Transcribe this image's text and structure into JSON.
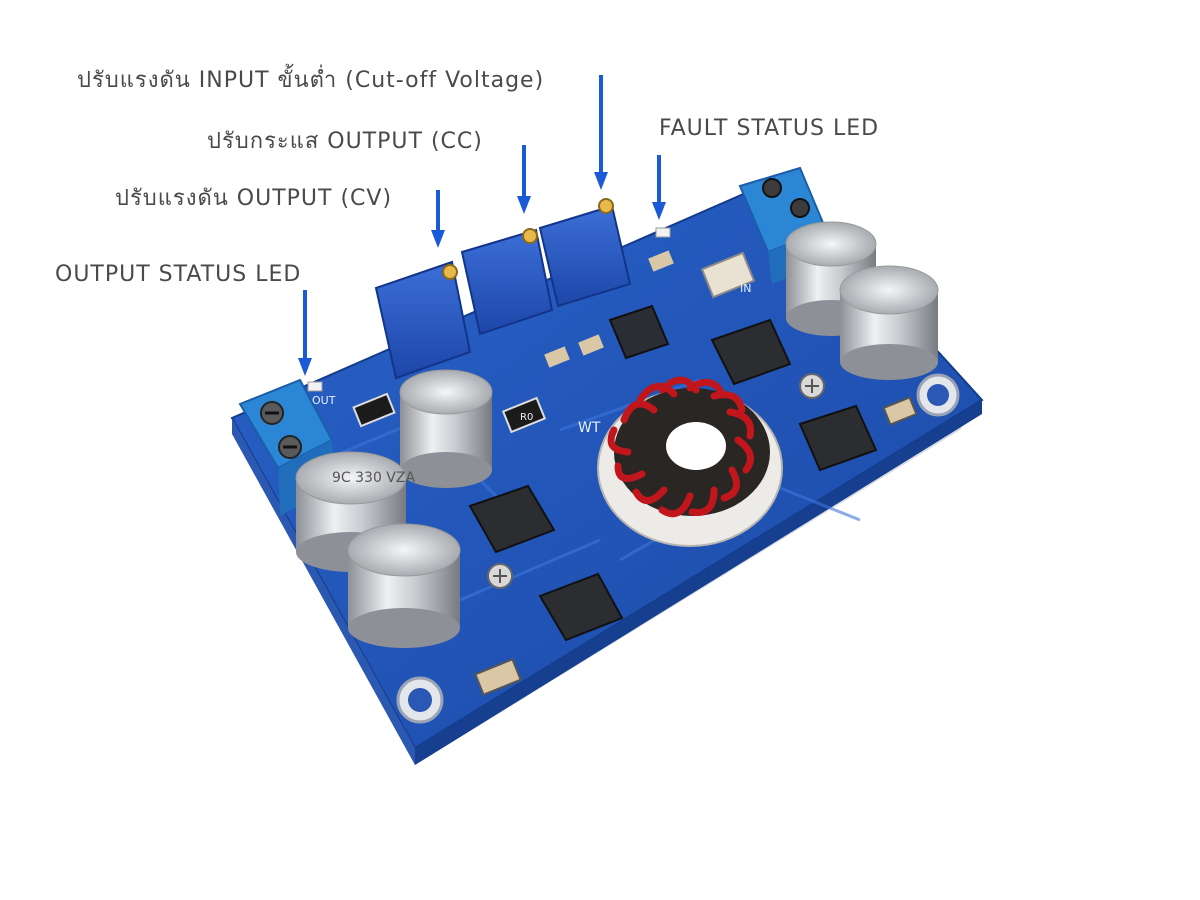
{
  "annotations": {
    "cutoff_voltage": "ปรับแรงดัน INPUT ขั้นต่ำ (Cut-off Voltage)",
    "output_current": "ปรับกระแส OUTPUT (CC)",
    "output_voltage": "ปรับแรงดัน OUTPUT (CV)",
    "output_led": "OUTPUT STATUS LED",
    "fault_led": "FAULT STATUS LED"
  },
  "board_markings": {
    "capacitor_text": "9C 330 VZA",
    "resistor_code": "R0",
    "silk_out": "OUT",
    "silk_in": "IN",
    "silk_brand": "WT"
  },
  "colors": {
    "pcb": "#1d52b8",
    "pcb_dark": "#143d8e",
    "annotation_text": "#4a4a4a",
    "arrow": "#1a5ad8",
    "inductor_wire": "#c0161c"
  }
}
